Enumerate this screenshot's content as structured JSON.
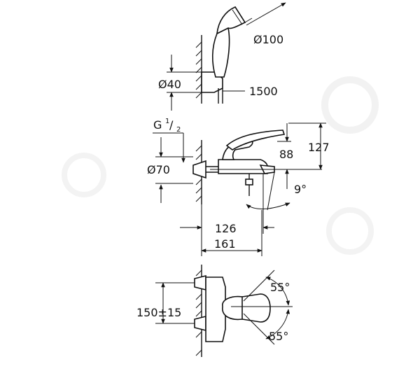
{
  "dimensions": {
    "handshower_diameter": "Ø100",
    "holder_diameter": "Ø40",
    "hose_length": "1500",
    "thread_g": "G",
    "thread_num": "1",
    "thread_den": "2",
    "escutcheon_diameter": "Ø70",
    "spout_height_88": "88",
    "overall_height_127": "127",
    "spout_angle": "9°",
    "projection_126": "126",
    "projection_161": "161",
    "center_distance": "150±15",
    "lever_angle_top": "55°",
    "lever_angle_bottom": "55°"
  }
}
